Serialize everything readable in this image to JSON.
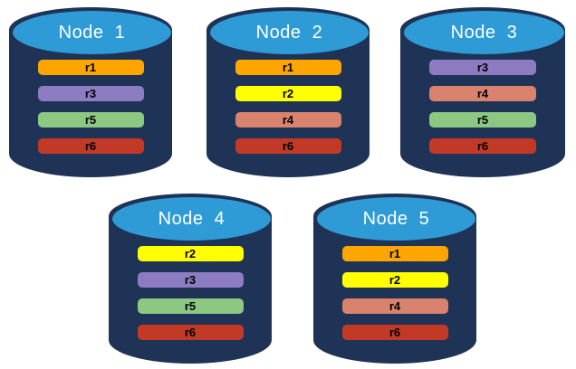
{
  "palette": {
    "body": "#1F3356",
    "top": "#2E9BD6",
    "title_color": "#FFFFFF",
    "bar_text": "#000000",
    "replicas": {
      "r1": "#FFA500",
      "r2": "#FFFF00",
      "r3": "#8E7CC3",
      "r4": "#D9826E",
      "r5": "#8CC882",
      "r6": "#C23A26"
    }
  },
  "nodes": [
    {
      "title": "Node  1",
      "bars": [
        "r1",
        "r3",
        "r5",
        "r6"
      ]
    },
    {
      "title": "Node  2",
      "bars": [
        "r1",
        "r2",
        "r4",
        "r6"
      ]
    },
    {
      "title": "Node  3",
      "bars": [
        "r3",
        "r4",
        "r5",
        "r6"
      ]
    },
    {
      "title": "Node  4",
      "bars": [
        "r2",
        "r3",
        "r5",
        "r6"
      ]
    },
    {
      "title": "Node  5",
      "bars": [
        "r1",
        "r2",
        "r4",
        "r6"
      ]
    }
  ]
}
